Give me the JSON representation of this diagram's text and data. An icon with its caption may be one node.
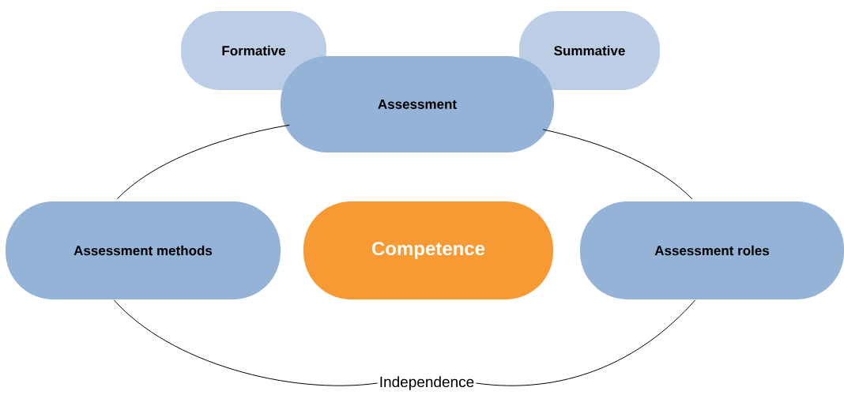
{
  "diagram": {
    "nodes": [
      {
        "text": [
          "Formative"
        ]
      },
      {
        "text": [
          "Summative"
        ]
      },
      {
        "text": [
          "Assessment"
        ]
      },
      {
        "text": [
          "Assessment methods"
        ]
      },
      {
        "text": [
          "Competence"
        ]
      },
      {
        "text": [
          "Assessment roles"
        ]
      },
      {
        "text": [
          "Independence"
        ]
      }
    ],
    "edges": [
      {
        "from": 2,
        "to": 3,
        "arrow": "none"
      },
      {
        "from": 2,
        "to": 5,
        "arrow": "none"
      },
      {
        "from": 3,
        "to": 6,
        "arrow": "none"
      },
      {
        "from": 5,
        "to": 6,
        "arrow": "none"
      }
    ]
  }
}
